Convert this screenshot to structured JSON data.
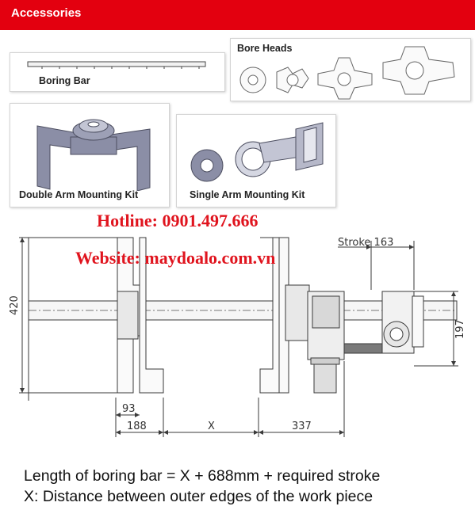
{
  "header": {
    "title": "Accessories"
  },
  "accessories": {
    "boring_bar": "Boring Bar",
    "bore_heads": "Bore Heads",
    "double_arm_kit": "Double Arm Mounting Kit",
    "single_arm_kit": "Single Arm Mounting Kit"
  },
  "contact": {
    "hotline": "Hotline: 0901.497.666",
    "website": "Website: maydoalo.com.vn"
  },
  "dimensions": {
    "height": "420",
    "stroke": "Stroke 163",
    "head_height": "197",
    "offset": "93",
    "left_length": "188",
    "workpiece": "X",
    "right_length": "337"
  },
  "notes": {
    "line1": "Length of boring bar = X + 688mm + required stroke",
    "line2": "X: Distance between outer edges of the work piece"
  },
  "colors": {
    "header_bg": "#e3000f",
    "contact_text": "#e0141e"
  }
}
